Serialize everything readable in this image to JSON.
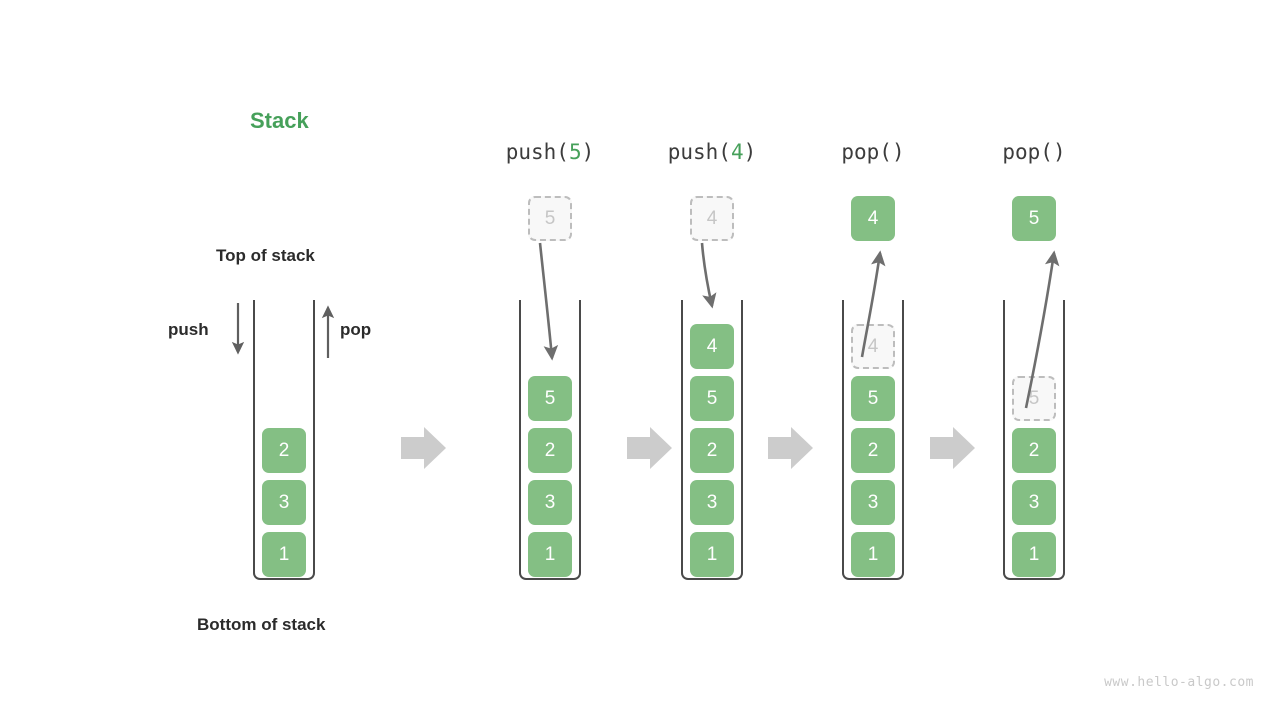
{
  "title": "Stack",
  "labels": {
    "top_of_stack": "Top of stack",
    "bottom_of_stack": "Bottom of stack",
    "push": "push",
    "pop": "pop"
  },
  "watermark": "www.hello-algo.com",
  "colors": {
    "accent_green": "#46a05a",
    "box_green": "#84bf84",
    "ghost_gray": "#c6c6c6",
    "vessel_stroke": "#4a4a4a",
    "transition_arrow": "#cccccc",
    "text_dark": "#2b2b2b"
  },
  "columns": [
    {
      "name": "initial-stack",
      "op_prefix": "",
      "op_arg": "",
      "op_suffix": "",
      "floating": null,
      "stack": [
        "2",
        "3",
        "1"
      ],
      "ghost_index": -1
    },
    {
      "name": "push-5",
      "op_prefix": "push(",
      "op_arg": "5",
      "op_suffix": ")",
      "floating": {
        "value": "5",
        "style": "ghost",
        "direction": "down"
      },
      "stack": [
        "5",
        "2",
        "3",
        "1"
      ],
      "ghost_index": -1
    },
    {
      "name": "push-4",
      "op_prefix": "push(",
      "op_arg": "4",
      "op_suffix": ")",
      "floating": {
        "value": "4",
        "style": "ghost",
        "direction": "down"
      },
      "stack": [
        "4",
        "5",
        "2",
        "3",
        "1"
      ],
      "ghost_index": -1
    },
    {
      "name": "pop-1",
      "op_prefix": "pop(",
      "op_arg": "",
      "op_suffix": ")",
      "floating": {
        "value": "4",
        "style": "solid",
        "direction": "up"
      },
      "stack": [
        "4",
        "5",
        "2",
        "3",
        "1"
      ],
      "ghost_index": 0
    },
    {
      "name": "pop-2",
      "op_prefix": "pop(",
      "op_arg": "",
      "op_suffix": ")",
      "floating": {
        "value": "5",
        "style": "solid",
        "direction": "up"
      },
      "stack": [
        "5",
        "2",
        "3",
        "1"
      ],
      "ghost_index": 0
    }
  ]
}
